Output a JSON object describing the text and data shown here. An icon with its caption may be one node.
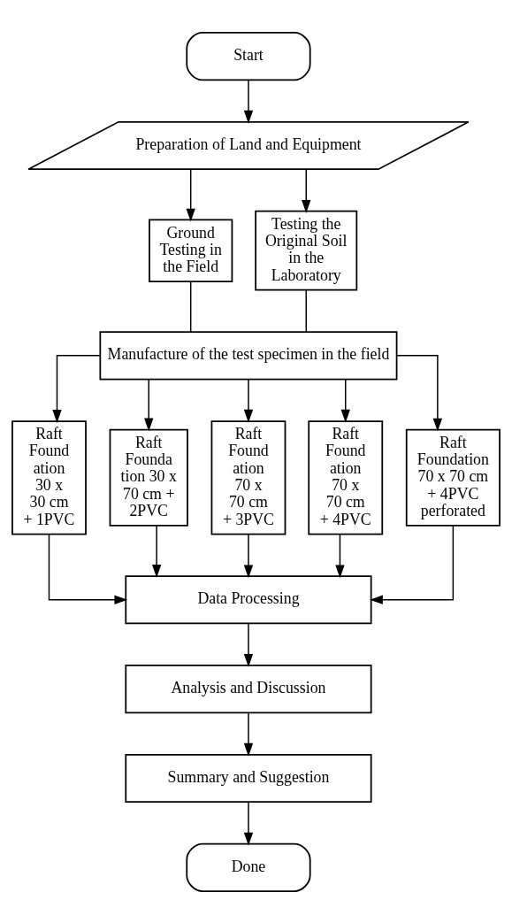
{
  "diagram": {
    "nodes": [
      {
        "text": [
          "Start"
        ]
      },
      {
        "text": [
          "Preparation of Land and Equipment"
        ]
      },
      {
        "text": [
          "Ground Testing in the Field"
        ]
      },
      {
        "text": [
          "Testing the Original Soil in the Laboratory"
        ]
      },
      {
        "text": [
          "Manufacture of the test specimen in the field"
        ]
      },
      {
        "text": [
          "Raft Found ation 30 x 30 cm + 1PVC"
        ]
      },
      {
        "text": [
          "Raft Founda tion 30 x 70 cm + 2PVC"
        ]
      },
      {
        "text": [
          "Raft Found ation 70 x 70 cm + 3PVC"
        ]
      },
      {
        "text": [
          "Raft Found ation 70 x 70 cm + 4PVC"
        ]
      },
      {
        "text": [
          "Raft Foundation 70 x 70 cm + 4PVC perforated"
        ]
      },
      {
        "text": [
          "Data Processing"
        ]
      },
      {
        "text": [
          "Analysis and Discussion"
        ]
      },
      {
        "text": [
          "Summary and Suggestion"
        ]
      },
      {
        "text": [
          "Done"
        ]
      }
    ],
    "edges": [
      {
        "from": 0,
        "to": 1,
        "arrow": "to"
      },
      {
        "from": 1,
        "to": 2,
        "arrow": "to"
      },
      {
        "from": 1,
        "to": 3,
        "arrow": "to"
      },
      {
        "from": 2,
        "to": 4,
        "arrow": "none"
      },
      {
        "from": 3,
        "to": 4,
        "arrow": "none"
      },
      {
        "from": 4,
        "to": 5,
        "arrow": "to"
      },
      {
        "from": 4,
        "to": 6,
        "arrow": "to"
      },
      {
        "from": 4,
        "to": 7,
        "arrow": "to"
      },
      {
        "from": 4,
        "to": 8,
        "arrow": "to"
      },
      {
        "from": 4,
        "to": 9,
        "arrow": "to"
      },
      {
        "from": 5,
        "to": 10,
        "arrow": "to"
      },
      {
        "from": 6,
        "to": 10,
        "arrow": "to"
      },
      {
        "from": 7,
        "to": 10,
        "arrow": "to"
      },
      {
        "from": 8,
        "to": 10,
        "arrow": "to"
      },
      {
        "from": 9,
        "to": 10,
        "arrow": "to"
      },
      {
        "from": 10,
        "to": 11,
        "arrow": "to"
      },
      {
        "from": 11,
        "to": 12,
        "arrow": "to"
      },
      {
        "from": 12,
        "to": 13,
        "arrow": "to"
      }
    ]
  }
}
